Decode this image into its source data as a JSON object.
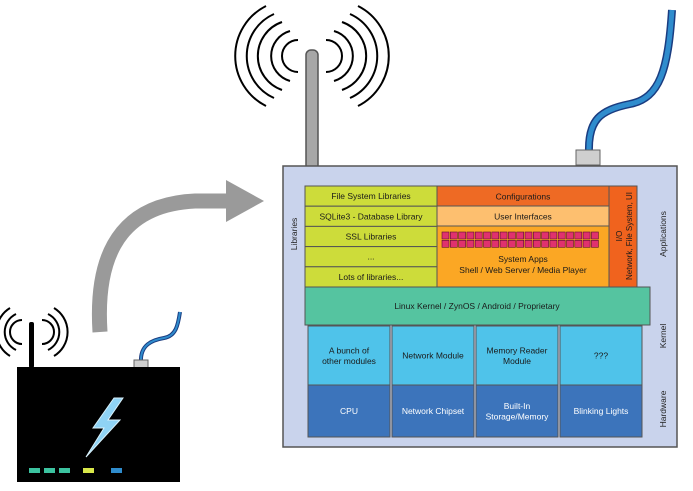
{
  "labels": {
    "libraries": "Libraries",
    "applications": "Applications",
    "kernel": "Kernel",
    "hardware": "Hardware",
    "io_line1": "I/O",
    "io_line2": "Network, File System, UI"
  },
  "libraries_list": [
    "File System Libraries",
    "SQLite3 - Database Library",
    "SSL Libraries",
    "...",
    "Lots of libraries..."
  ],
  "apps": {
    "configurations": "Configurations",
    "user_interfaces": "User Interfaces",
    "system_apps_line1": "System Apps",
    "system_apps_line2": "Shell / Web Server / Media Player"
  },
  "kernel_bar": "Linux Kernel / ZynOS / Android / Proprietary",
  "modules": [
    [
      "A bunch of",
      "other modules"
    ],
    [
      "Network Module"
    ],
    [
      "Memory Reader",
      "Module"
    ],
    [
      "???"
    ]
  ],
  "hardware_items": [
    [
      "CPU"
    ],
    [
      "Network Chipset"
    ],
    [
      "Built-In",
      "Storage/Memory"
    ],
    [
      "Blinking Lights"
    ]
  ],
  "colors": {
    "board": "#c9d3ec",
    "lib_green": "#cddc3a",
    "config_orange": "#ee6a24",
    "ui_orange": "#fdbf6f",
    "apps_orange": "#fba724",
    "io_orange": "#f0631e",
    "kernel_teal": "#55c4a0",
    "module_blue": "#4fc3ea",
    "hardware_blue": "#3c74bb",
    "process_pink": "#e0316e",
    "arrow_grey": "#9a9a9a",
    "cable_blue": "#2f8ccd"
  }
}
